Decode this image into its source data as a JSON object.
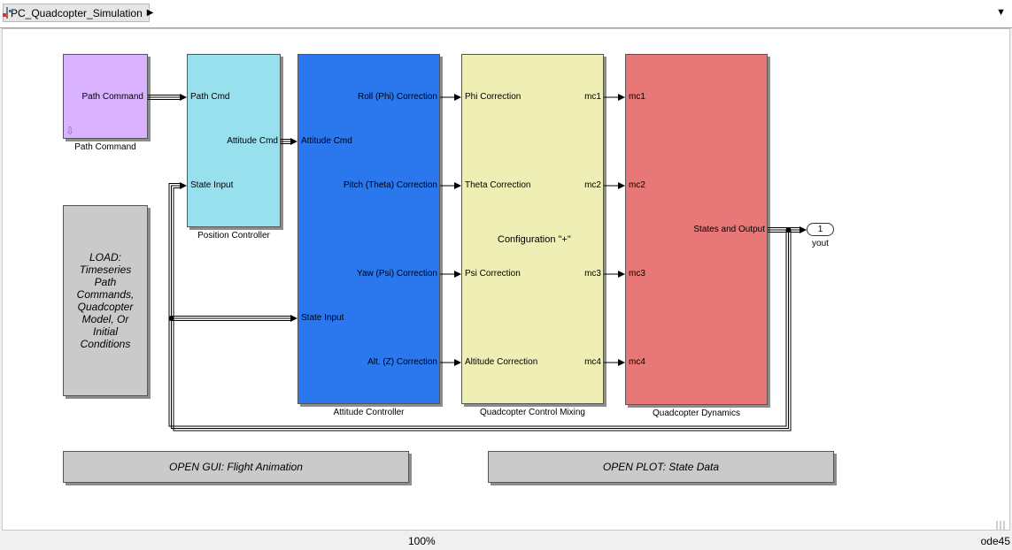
{
  "window": {
    "breadcrumb": "PC_Quadcopter_Simulation"
  },
  "colors": {
    "path_command": "#d9b3ff",
    "position_controller": "#99e0ee",
    "attitude_controller": "#2b77ee",
    "control_mixing": "#eeeeb5",
    "dynamics": "#e87878",
    "load_block": "#cacaca"
  },
  "blocks": {
    "path_command": {
      "caption": "Path Command",
      "out_port": "Path Command",
      "icon": "down-arrow-icon"
    },
    "position_controller": {
      "caption": "Position Controller",
      "in_ports": [
        "Path Cmd",
        "State Input"
      ],
      "out_ports": [
        "Attitude Cmd"
      ]
    },
    "attitude_controller": {
      "caption": "Attitude Controller",
      "in_ports": [
        "Attitude Cmd",
        "State Input"
      ],
      "out_ports": [
        "Roll (Phi) Correction",
        "Pitch (Theta) Correction",
        "Yaw (Psi) Correction",
        "Alt. (Z) Correction"
      ]
    },
    "control_mixing": {
      "caption": "Quadcopter Control Mixing",
      "center_text": "Configuration \"+\"",
      "in_ports": [
        "Phi Correction",
        "Theta Correction",
        "Psi Correction",
        "Altitude Correction"
      ],
      "out_ports": [
        "mc1",
        "mc2",
        "mc3",
        "mc4"
      ]
    },
    "dynamics": {
      "caption": "Quadcopter Dynamics",
      "in_ports": [
        "mc1",
        "mc2",
        "mc3",
        "mc4"
      ],
      "out_ports": [
        "States and Output"
      ]
    },
    "outport": {
      "number": "1",
      "caption": "yout"
    },
    "load": {
      "lines": [
        "LOAD:",
        "Timeseries",
        "Path",
        "Commands,",
        "Quadcopter",
        "Model, Or",
        "Initial",
        "Conditions"
      ]
    },
    "gui_button": {
      "label": "OPEN GUI: Flight Animation"
    },
    "plot_button": {
      "label": "OPEN PLOT: State Data"
    }
  },
  "status": {
    "zoom": "100%",
    "solver": "ode45"
  }
}
